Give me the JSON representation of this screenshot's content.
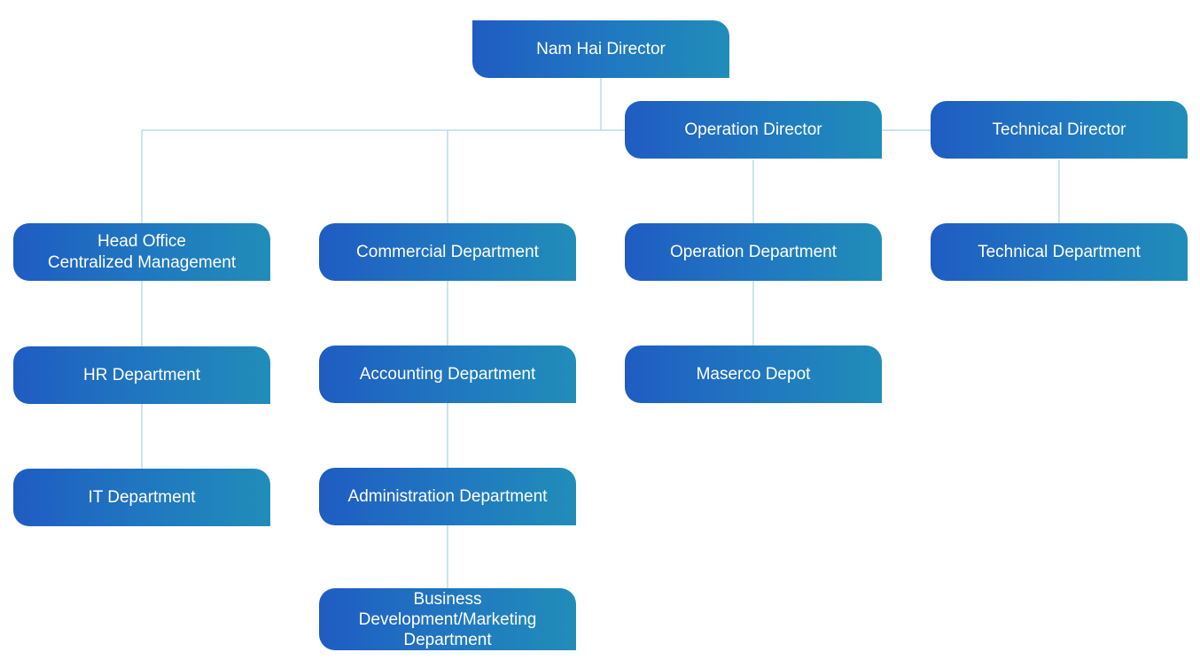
{
  "org_chart": {
    "line_color": "#b9dcea",
    "node_gradient": [
      "#1f5cc2",
      "#218db9"
    ],
    "text_color": "#ffffff",
    "nodes": {
      "root": "Nam Hai Director",
      "operation_director": "Operation Director",
      "technical_director": "Technical Director",
      "head_office": "Head Office\nCentralized Management",
      "commercial": "Commercial Department",
      "operation_department": "Operation Department",
      "technical_department": "Technical Department",
      "hr": "HR Department",
      "accounting": "Accounting Department",
      "maserco": "Maserco Depot",
      "it": "IT Department",
      "administration": "Administration Department",
      "business_dev": "Business\nDevelopment/Marketing\nDepartment"
    }
  }
}
